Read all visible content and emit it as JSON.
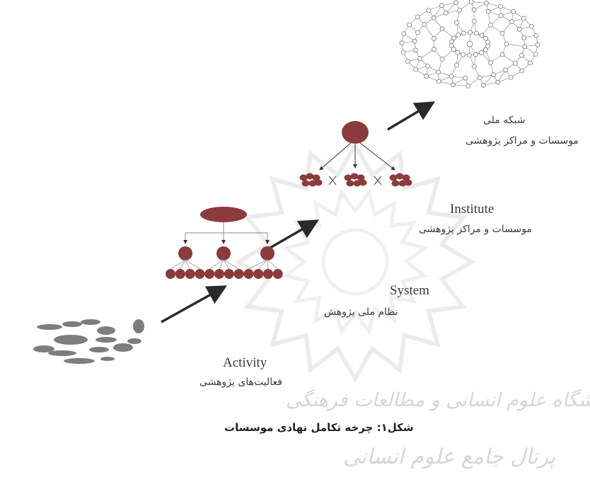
{
  "stages": {
    "activity": {
      "en": "Activity",
      "fa": "فعالیت‌های پژوهشی"
    },
    "system": {
      "en": "System",
      "fa": "نظام ملی پژوهش"
    },
    "institute": {
      "en": "Institute",
      "fa": "موسسات و مراکز پژوهشی"
    },
    "network": {
      "fa_line1": "شبکه ملی",
      "fa_line2": "موسسات و مراکز پژوهشی"
    }
  },
  "caption": "شکل۱: چرخه تکامل نهادی موسسات",
  "watermark": {
    "line1": "پژوهشگاه علوم انسانی و مطالعات فرهنگی",
    "line2": "پرتال جامع علوم انسانی"
  },
  "colors": {
    "node_red": "#8b3b3b",
    "node_gray": "#7d7d7d",
    "arrow": "#2a2a2a",
    "network_line": "#8c8c8c"
  }
}
